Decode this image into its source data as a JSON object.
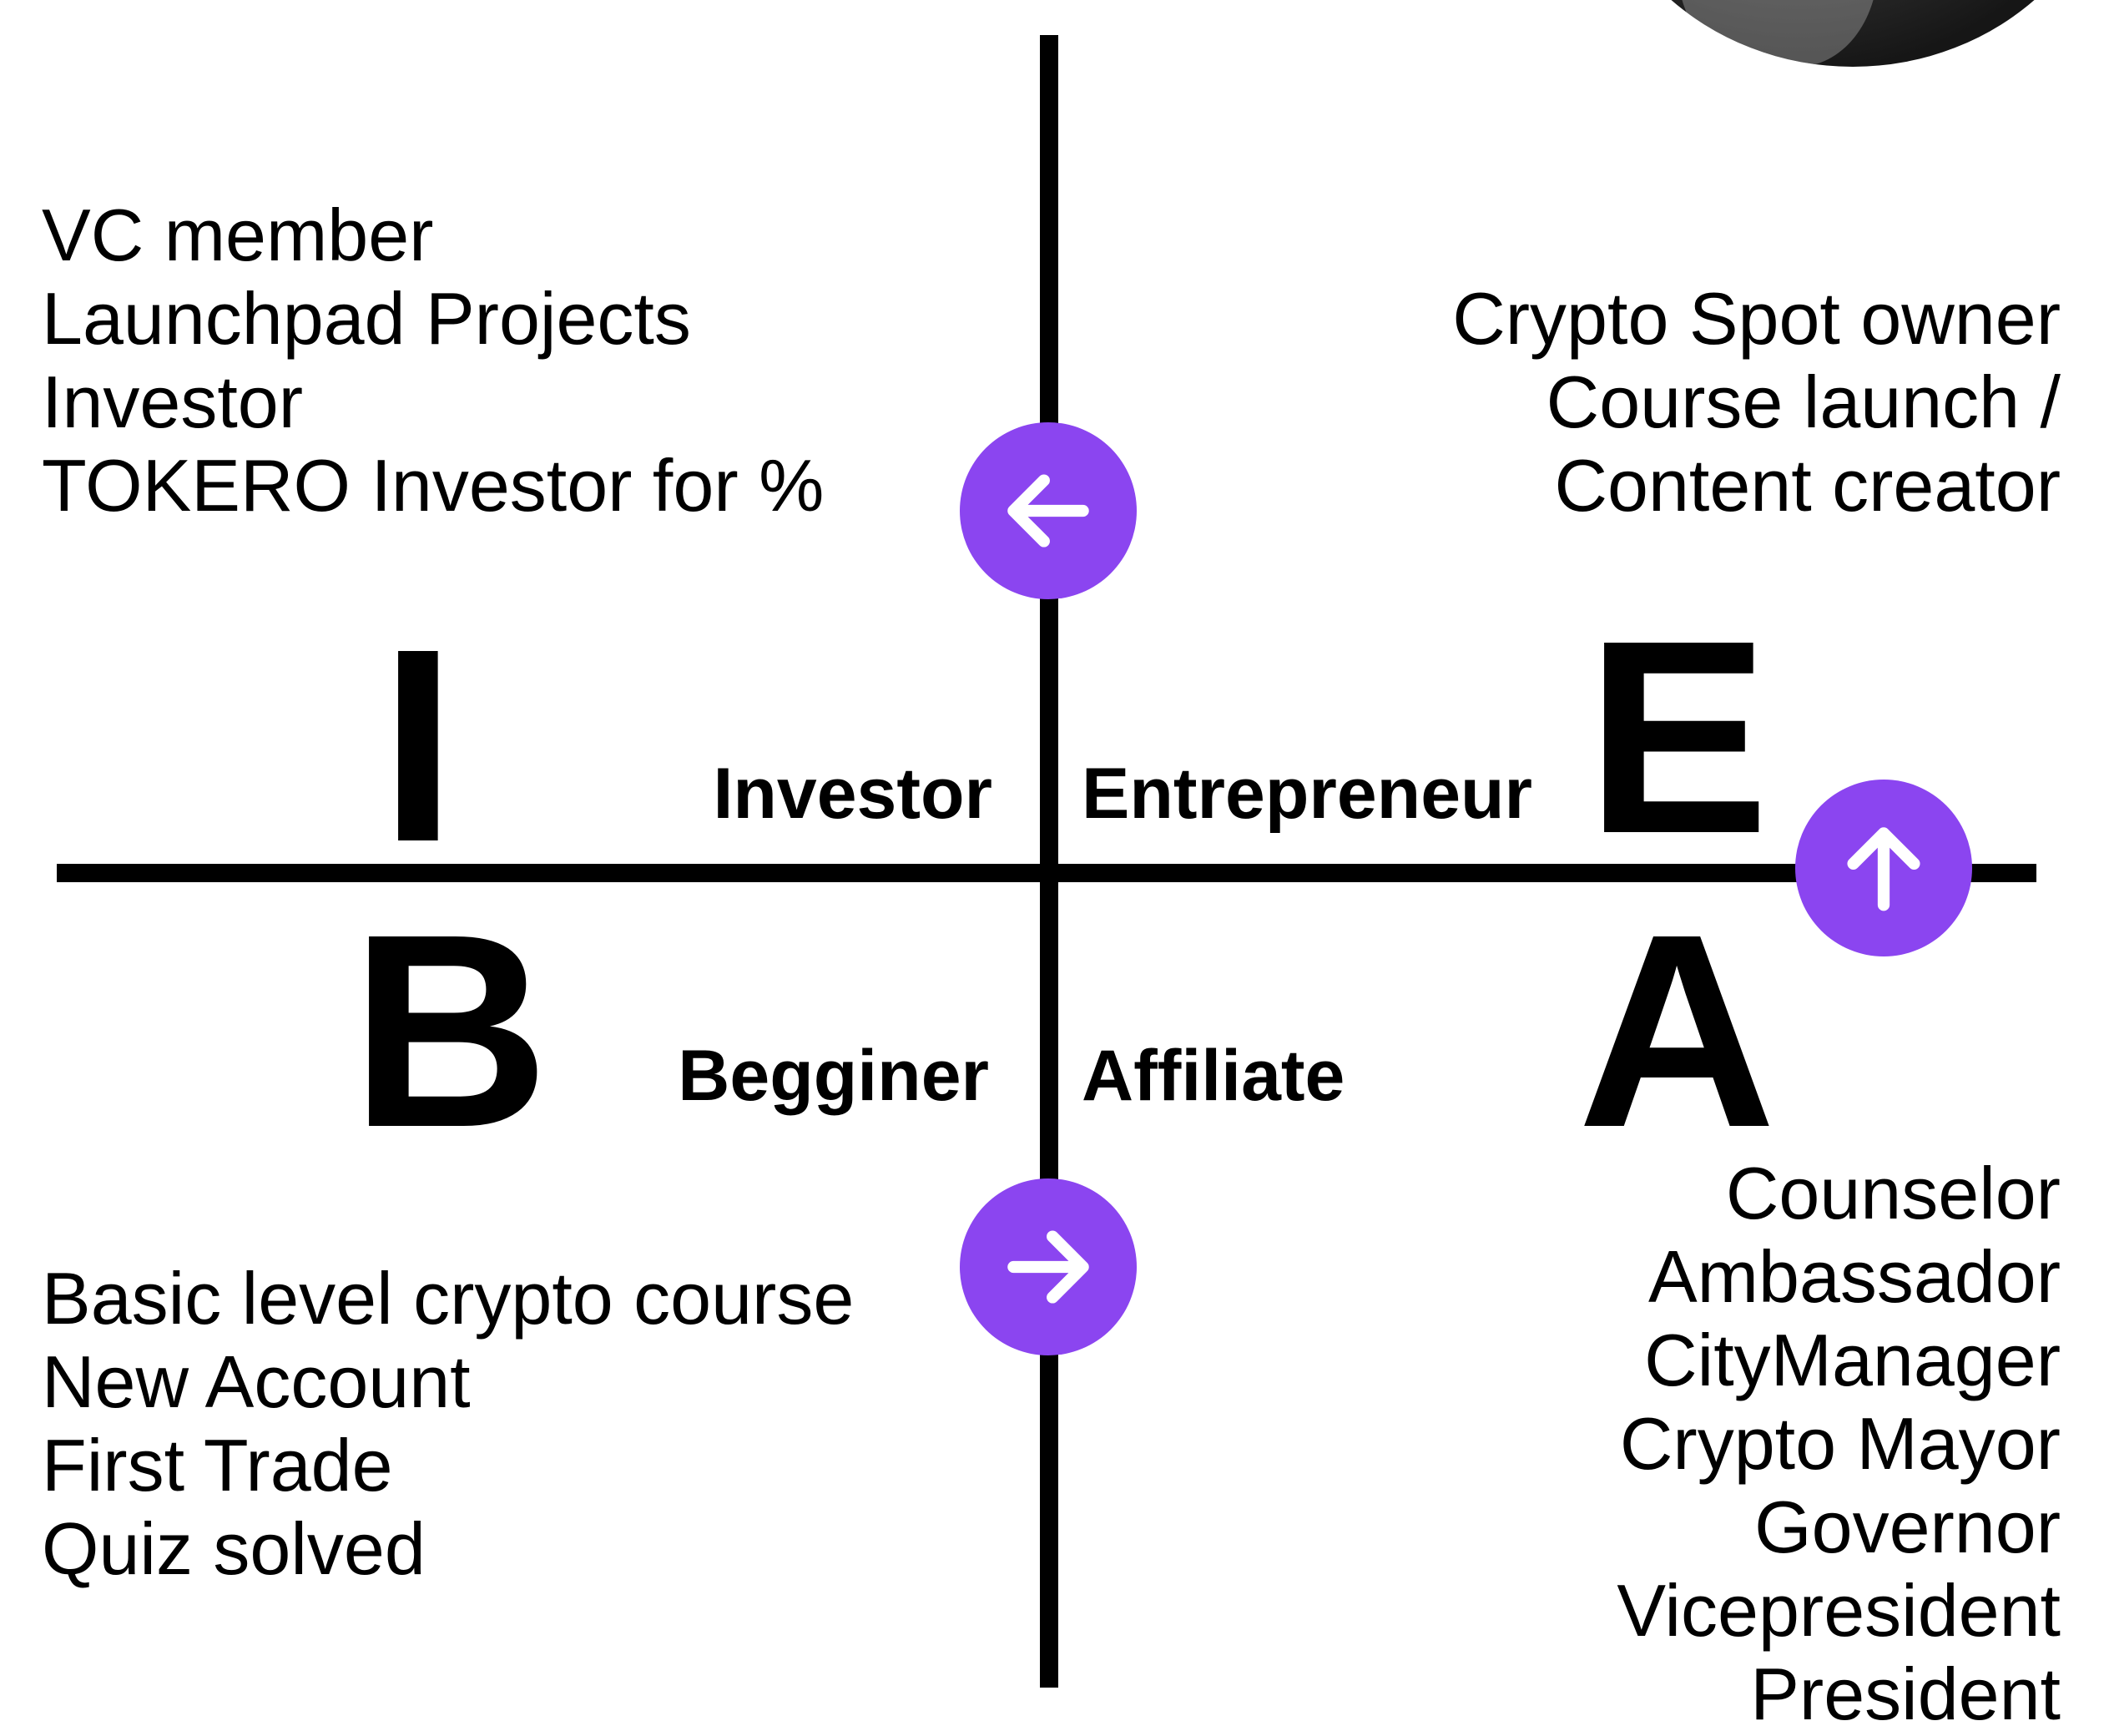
{
  "accent_color": "#8B45F0",
  "quadrants": {
    "top_left": {
      "letter": "I",
      "label": "Investor",
      "items": [
        "VC member",
        "Launchpad Projects",
        "Investor",
        "TOKERO Investor for %"
      ]
    },
    "top_right": {
      "letter": "E",
      "label": "Entrepreneur",
      "items": [
        "Crypto Spot owner",
        "Course launch /",
        "Content creator"
      ]
    },
    "bottom_left": {
      "letter": "B",
      "label": "Begginer",
      "items": [
        "Basic level crypto course",
        "New Account",
        "First Trade",
        "Quiz solved"
      ]
    },
    "bottom_right": {
      "letter": "A",
      "label": "Affiliate",
      "items": [
        "Counselor",
        "Ambassador",
        "CityManager",
        "Crypto Mayor",
        "Governor",
        "Vicepresident",
        "President"
      ]
    }
  },
  "arrows": {
    "top": "arrow-left-icon",
    "bottom": "arrow-right-icon",
    "right": "arrow-up-icon"
  }
}
